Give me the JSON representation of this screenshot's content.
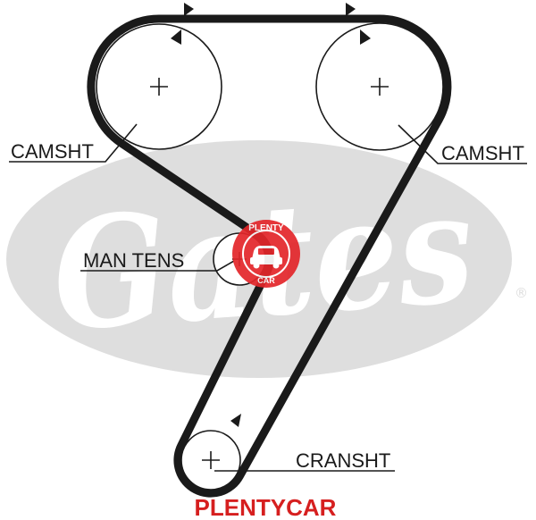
{
  "labels": {
    "left_camshaft": "CAMSHT",
    "right_camshaft": "CAMSHT",
    "tensioner": "MAN TENS",
    "crankshaft": "CRANSHT"
  },
  "background_logo": {
    "text": "Gates",
    "registered": "®",
    "color": "#dedede"
  },
  "watermark_logo": {
    "top": "PLENTY",
    "bottom": "CAR",
    "icon": "car-icon",
    "color": "#e3262a"
  },
  "footer": {
    "brand": "PLENTYCAR",
    "color": "#d61f1f"
  },
  "colors": {
    "belt": "#1a1a1a",
    "ink": "#1a1a1a"
  },
  "icons": {
    "direction_arrow": "triangle-arrow-icon",
    "center_mark": "plus-icon"
  }
}
